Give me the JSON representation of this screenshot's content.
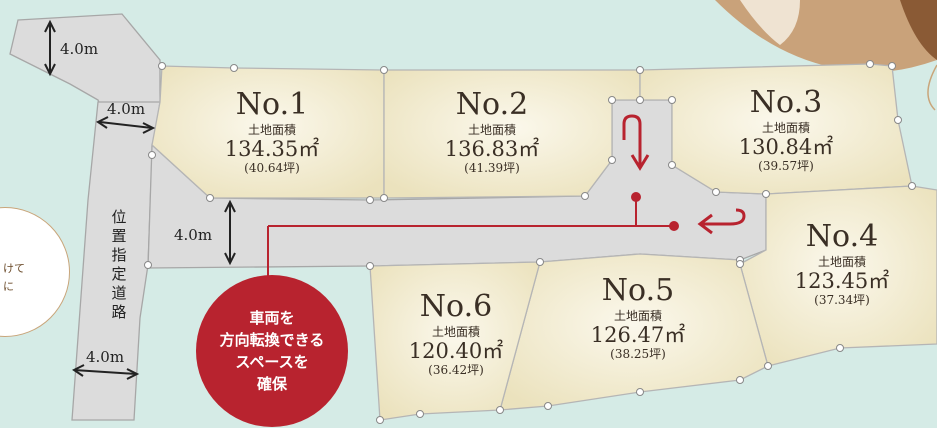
{
  "lots": [
    {
      "no": "No.1",
      "category": "土地面積",
      "area": "134.35㎡",
      "tsubo": "(40.64坪)"
    },
    {
      "no": "No.2",
      "category": "土地面積",
      "area": "136.83㎡",
      "tsubo": "(41.39坪)"
    },
    {
      "no": "No.3",
      "category": "土地面積",
      "area": "130.84㎡",
      "tsubo": "(39.57坪)"
    },
    {
      "no": "No.4",
      "category": "土地面積",
      "area": "123.45㎡",
      "tsubo": "(37.34坪)"
    },
    {
      "no": "No.5",
      "category": "土地面積",
      "area": "126.47㎡",
      "tsubo": "(38.25坪)"
    },
    {
      "no": "No.6",
      "category": "土地面積",
      "area": "120.40㎡",
      "tsubo": "(36.42坪)"
    }
  ],
  "road_widths": [
    "4.0m",
    "4.0m",
    "4.0m",
    "4.0m"
  ],
  "designated_road": "位置指定道路",
  "callout_lines": [
    "車両を",
    "方向転換できる",
    "スペースを",
    "確保"
  ],
  "side_note_fragments": [
    "けて",
    "に"
  ],
  "colors": {
    "background": "#d5ebe6",
    "road": "#dcdcdc",
    "lot_fill": "#f4eed7",
    "accent": "#b8232f"
  }
}
